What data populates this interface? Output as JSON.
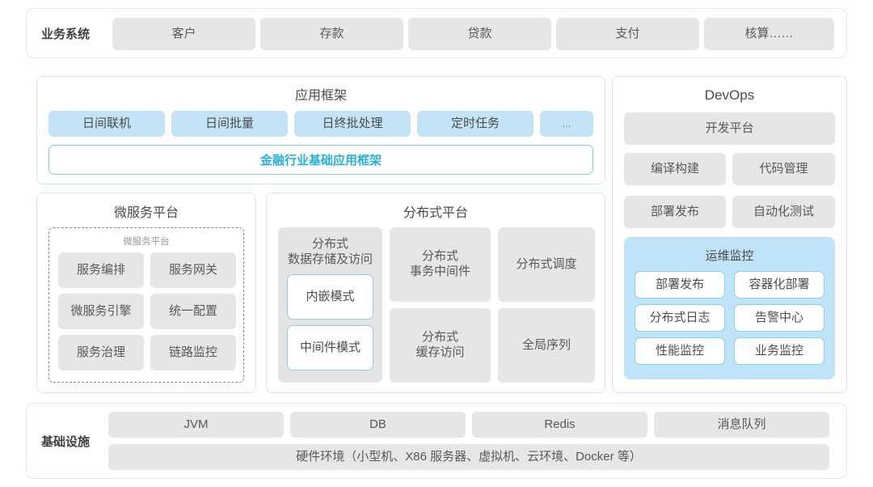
{
  "business_row": {
    "label": "业务系统",
    "items": [
      "客户",
      "存款",
      "贷款",
      "支付",
      "核算……"
    ]
  },
  "app_framework": {
    "title": "应用框架",
    "chips": [
      "日间联机",
      "日间批量",
      "日终批处理",
      "定时任务",
      "..."
    ],
    "framework_bar": "金融行业基础应用框架"
  },
  "microservice": {
    "title": "微服务平台",
    "inner_title": "微服务平台",
    "items": [
      "服务编排",
      "服务网关",
      "微服务引擎",
      "统一配置",
      "服务治理",
      "链路监控"
    ]
  },
  "distributed": {
    "title": "分布式平台",
    "storage_card": {
      "title": "分布式\n数据存储及访问",
      "modes": [
        "内嵌模式",
        "中间件模式"
      ]
    },
    "cards": [
      "分布式\n事务中间件",
      "分布式调度",
      "分布式\n缓存访问",
      "全局序列"
    ]
  },
  "devops": {
    "title": "DevOps",
    "platform": "开发平台",
    "items": [
      "编译构建",
      "代码管理",
      "部署发布",
      "自动化测试"
    ],
    "ops": {
      "title": "运维监控",
      "items": [
        "部署发布",
        "容器化部署",
        "分布式日志",
        "告警中心",
        "性能监控",
        "业务监控"
      ]
    }
  },
  "infrastructure": {
    "label": "基础设施",
    "items": [
      "JVM",
      "DB",
      "Redis",
      "消息队列"
    ],
    "hardware": "硬件环境（小型机、X86 服务器、虚拟机、云环境、Docker 等）"
  },
  "colors": {
    "card_border": "#d5eef2",
    "chip_gray": "#e6e6e6",
    "chip_blue": "#c3e3f7",
    "accent_cyan": "#29b0d8",
    "ops_bg": "#bfe3f8"
  }
}
